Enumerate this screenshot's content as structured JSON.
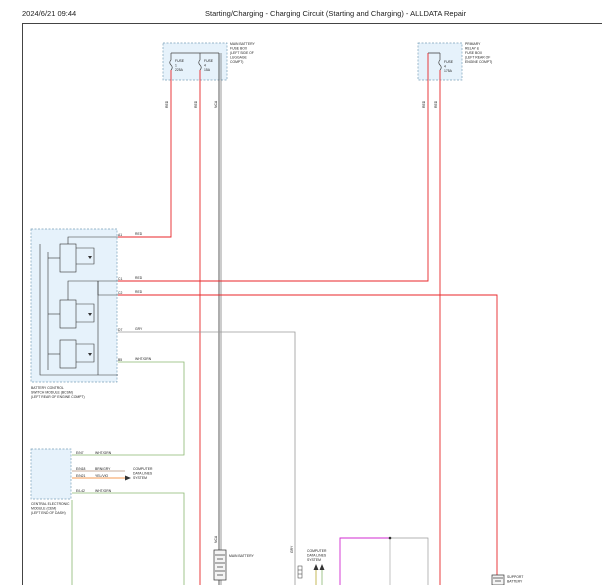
{
  "header": {
    "datetime": "2024/6/21 09:44",
    "title": "Starting/Charging - Charging Circuit (Starting and Charging) - ALLDATA Repair"
  },
  "colors": {
    "red_wire": "#e8262a",
    "gray_wire": "#9a9a9a",
    "green_wire": "#8ab870",
    "orange_wire": "#f07a1a",
    "magenta_wire": "#d12bd1",
    "box_fill": "#e6f2fb",
    "box_border": "#7aa0b8"
  },
  "main_fuse_box": {
    "label_lines": [
      "MAIN BATTERY",
      "FUSE BOX",
      "(LEFT SIDE OF",
      "LUGGAGE",
      "COMPT)"
    ],
    "fuse1_lines": [
      "FUSE",
      "1",
      "225A"
    ],
    "fuse2_lines": [
      "FUSE",
      "4",
      "15A"
    ]
  },
  "primary_relay_box": {
    "label_lines": [
      "PRIMARY",
      "RELAY &",
      "FUSE BOX",
      "(LEFT REAR OF",
      "ENGINE COMPT)"
    ],
    "fuse_lines": [
      "FUSE",
      "4",
      "175A"
    ]
  },
  "wire_labels": {
    "red": "RED",
    "nca": "NCA",
    "gry": "GRY",
    "wht_grn": "WHT/GRN",
    "brn_gry": "BRN/GRY",
    "yel_vio": "YEL/VIO"
  },
  "bcsm": {
    "label_lines": [
      "BATTERY CONTROL",
      "SWITCH MODULE (BCSM)",
      "(LEFT REAR OF ENGINE COMPT)"
    ],
    "pins": [
      "A1",
      "C1",
      "C2",
      "D7",
      "B5"
    ]
  },
  "cem": {
    "label_lines": [
      "CENTRAL ELECTRONIC",
      "MODULE (CEM)",
      "(LEFT END OF DASH)"
    ],
    "pins": [
      "E/N7",
      "E/N18",
      "E/N21",
      "E/L42"
    ],
    "data_lines_label": [
      "COMPUTER",
      "DATA LINES",
      "SYSTEM"
    ]
  },
  "main_battery": {
    "label": "MAIN BATTERY"
  },
  "bottom_data_lines": {
    "label_lines": [
      "COMPUTER",
      "DATA LINES",
      "SYSTEM"
    ]
  },
  "support_battery": {
    "label_lines": [
      "SUPPORT",
      "BATTERY"
    ]
  }
}
